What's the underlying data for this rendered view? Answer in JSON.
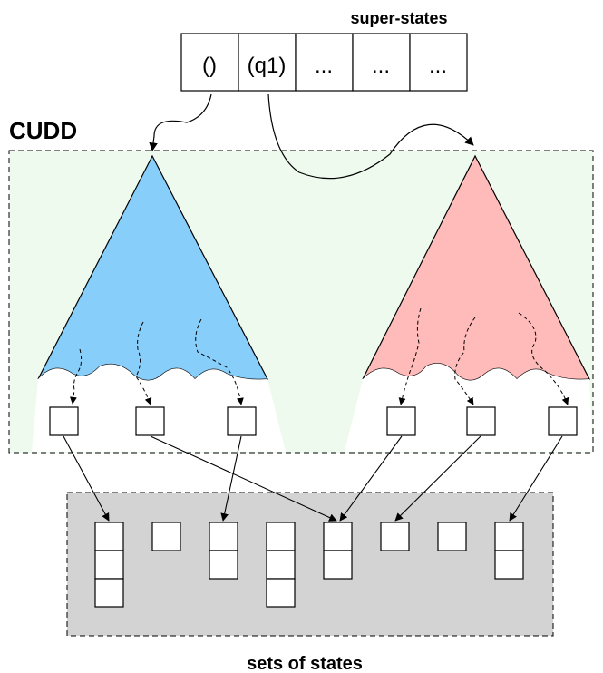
{
  "labels": {
    "super_states_title": "super-states",
    "cudd_title": "CUDD",
    "sets_title": "sets of states"
  },
  "super_states": {
    "cells": [
      "()",
      "(q1)",
      "...",
      "...",
      "..."
    ]
  },
  "colors": {
    "cudd_region": "#eefaee",
    "bdd_left": "#87cefa",
    "bdd_right": "#ffbaba",
    "sets_region": "#d3d3d3"
  }
}
